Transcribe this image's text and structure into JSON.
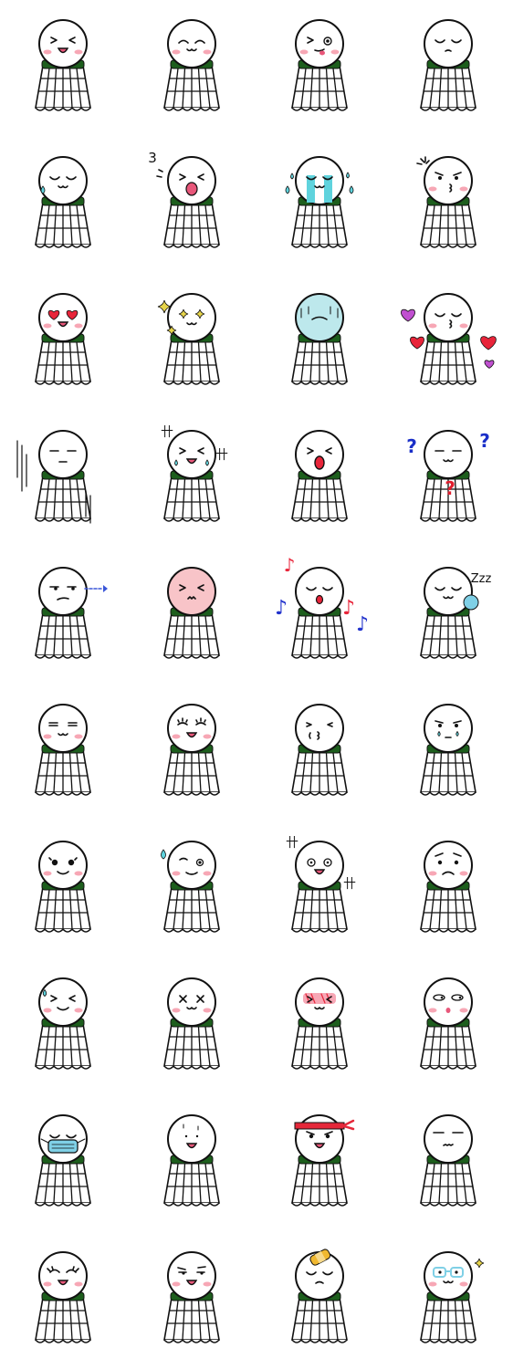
{
  "sheet": {
    "rows": 10,
    "columns": 4,
    "colors": {
      "outline": "#111111",
      "collar": "#1d5e1d",
      "blush": "#f7a7b5",
      "tongue": "#e8577a",
      "tears": "#5fd3dd",
      "pale_face": "#bde8ec",
      "flushed_face": "#f8c4c8",
      "heart_red": "#e8253a",
      "heart_purple": "#c050d0",
      "sparkle": "#e6d44a",
      "question_blue": "#1a2fc8",
      "question_red": "#e01e2e",
      "note_red": "#e8253a",
      "note_blue": "#2233cc",
      "arrow_blue": "#3a56d8",
      "mask_blue": "#7fd0e6",
      "headband_red": "#e5283a",
      "bandage": "#f0b830"
    },
    "stickers": [
      {
        "id": "s01",
        "expression": "squint-smile-tongue",
        "extras": []
      },
      {
        "id": "s02",
        "expression": "happy-closed-eyes",
        "extras": []
      },
      {
        "id": "s03",
        "expression": "wink-tongue",
        "extras": []
      },
      {
        "id": "s04",
        "expression": "calm-closed-eyes",
        "extras": []
      },
      {
        "id": "s05",
        "expression": "content-sweat",
        "extras": [
          "sweat-drop"
        ]
      },
      {
        "id": "s06",
        "expression": "kiss-lips",
        "extras": [
          "kiss-mark"
        ]
      },
      {
        "id": "s07",
        "expression": "crying",
        "extras": [
          "tear-streams",
          "tear-drops"
        ]
      },
      {
        "id": "s08",
        "expression": "annoyed-pout",
        "extras": [
          "anger-mark"
        ]
      },
      {
        "id": "s09",
        "expression": "heart-eyes",
        "extras": []
      },
      {
        "id": "s10",
        "expression": "sparkle-eyes",
        "extras": [
          "sparkles"
        ]
      },
      {
        "id": "s11",
        "expression": "pale-shock",
        "extras": [
          "pale-face"
        ]
      },
      {
        "id": "s12",
        "expression": "in-love",
        "extras": [
          "hearts"
        ]
      },
      {
        "id": "s13",
        "expression": "gloomy",
        "extras": [
          "gloom-lines"
        ]
      },
      {
        "id": "s14",
        "expression": "frustrated-laugh",
        "extras": [
          "tears-small",
          "scribbles"
        ]
      },
      {
        "id": "s15",
        "expression": "shouting",
        "extras": []
      },
      {
        "id": "s16",
        "expression": "confused",
        "extras": [
          "question-marks"
        ]
      },
      {
        "id": "s17",
        "expression": "side-glance",
        "extras": [
          "glance-arrow"
        ]
      },
      {
        "id": "s18",
        "expression": "flushed-wince",
        "extras": [
          "flushed-face"
        ]
      },
      {
        "id": "s19",
        "expression": "singing",
        "extras": [
          "music-notes"
        ]
      },
      {
        "id": "s20",
        "expression": "sleeping",
        "extras": [
          "snot-bubble",
          "zzz"
        ]
      },
      {
        "id": "s21",
        "expression": "smug-blush",
        "extras": []
      },
      {
        "id": "s22",
        "expression": "lashes-blush",
        "extras": []
      },
      {
        "id": "s23",
        "expression": "whistling",
        "extras": []
      },
      {
        "id": "s24",
        "expression": "teary-frown",
        "extras": []
      },
      {
        "id": "s25",
        "expression": "wide-eyed-smile",
        "extras": []
      },
      {
        "id": "s26",
        "expression": "nervous-wink",
        "extras": [
          "sweat-drop"
        ]
      },
      {
        "id": "s27",
        "expression": "startled",
        "extras": [
          "scribbles"
        ]
      },
      {
        "id": "s28",
        "expression": "worried",
        "extras": []
      },
      {
        "id": "s29",
        "expression": "sweaty-grin",
        "extras": [
          "sweat-drop"
        ]
      },
      {
        "id": "s30",
        "expression": "x-eyes",
        "extras": []
      },
      {
        "id": "s31",
        "expression": "blushing-hard",
        "extras": [
          "blush-lines"
        ]
      },
      {
        "id": "s32",
        "expression": "bored-o",
        "extras": []
      },
      {
        "id": "s33",
        "expression": "wearing-mask",
        "extras": [
          "face-mask"
        ]
      },
      {
        "id": "s34",
        "expression": "blank-stare",
        "extras": []
      },
      {
        "id": "s35",
        "expression": "determined",
        "extras": [
          "headband"
        ]
      },
      {
        "id": "s36",
        "expression": "expressionless",
        "extras": []
      },
      {
        "id": "s37",
        "expression": "grin-lashes",
        "extras": []
      },
      {
        "id": "s38",
        "expression": "smirk",
        "extras": []
      },
      {
        "id": "s39",
        "expression": "injured",
        "extras": [
          "bandage"
        ]
      },
      {
        "id": "s40",
        "expression": "glasses",
        "extras": [
          "glasses",
          "sparkle"
        ]
      }
    ],
    "texts": {
      "kiss_mark": "3",
      "question": "?",
      "zzz": "Zzz",
      "note": "♪",
      "scribble": "卄"
    }
  }
}
